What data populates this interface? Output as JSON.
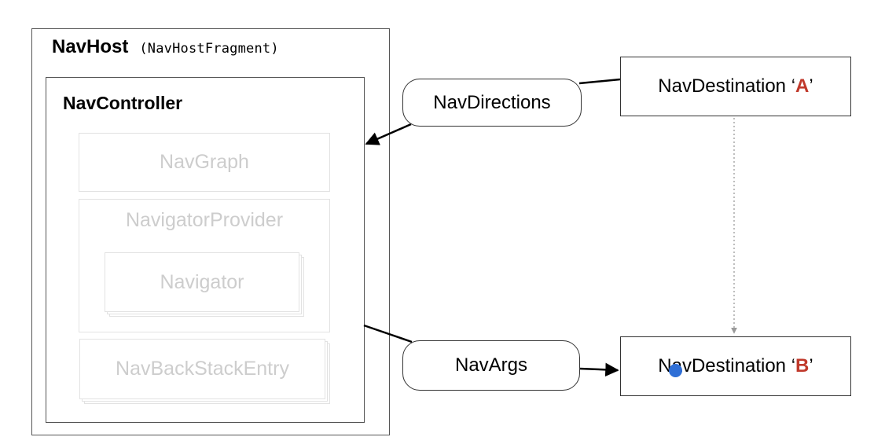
{
  "nav_host": {
    "title": "NavHost",
    "subtitle": "(NavHostFragment)"
  },
  "nav_controller": {
    "title": "NavController",
    "components": {
      "graph": "NavGraph",
      "provider": "NavigatorProvider",
      "navigator": "Navigator",
      "back_stack_entry": "NavBackStackEntry"
    }
  },
  "pills": {
    "directions": "NavDirections",
    "args": "NavArgs"
  },
  "destinations": {
    "a": {
      "prefix": "NavDestination ",
      "open_quote": "‘",
      "letter": "A",
      "close_quote": "’"
    },
    "b": {
      "prefix": "NavDestination ",
      "open_quote": "‘",
      "letter": "B",
      "close_quote": "’"
    }
  },
  "colors": {
    "highlight_letter": "#c0392b",
    "faint_text": "#cdcdcd",
    "cursor_dot": "#2f6fd6"
  }
}
